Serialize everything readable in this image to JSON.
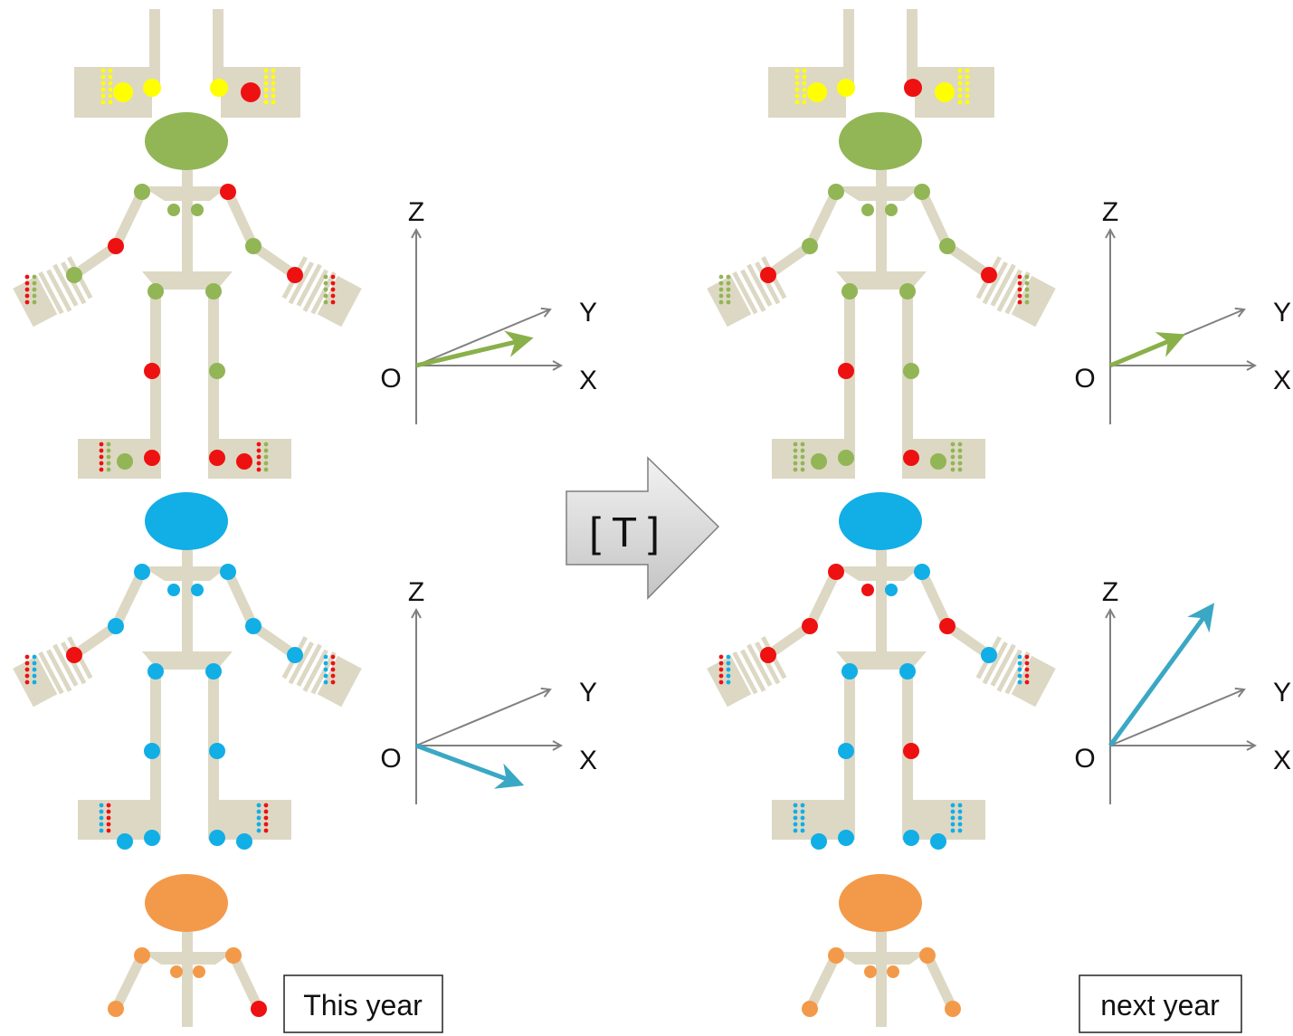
{
  "transform_label": "[ T ]",
  "panels": [
    {
      "id": "this-year",
      "caption": "This year",
      "color_mode": "this",
      "axes": [
        {
          "labels": {
            "z": "Z",
            "y": "Y",
            "x": "X",
            "origin": "O"
          },
          "vector_color": "#8ab04a",
          "vector_dir": "between-x-y"
        },
        {
          "labels": {
            "z": "Z",
            "y": "Y",
            "x": "X",
            "origin": "O"
          },
          "vector_color": "#3aa8c4",
          "vector_dir": "below-x"
        }
      ]
    },
    {
      "id": "next-year",
      "caption": "next year",
      "color_mode": "next",
      "axes": [
        {
          "labels": {
            "z": "Z",
            "y": "Y",
            "x": "X",
            "origin": "O"
          },
          "vector_color": "#8ab04a",
          "vector_dir": "along-y"
        },
        {
          "labels": {
            "z": "Z",
            "y": "Y",
            "x": "X",
            "origin": "O"
          },
          "vector_color": "#3aa8c4",
          "vector_dir": "between-y-z"
        }
      ]
    }
  ],
  "colors": {
    "bone": "#ddd8c4",
    "yellow": "#ffff00",
    "green": "#92b556",
    "blue": "#12aee6",
    "orange": "#f39a4a",
    "red": "#ee1111",
    "axis": "#808080",
    "arrow_fill": "#d9d9d9"
  }
}
